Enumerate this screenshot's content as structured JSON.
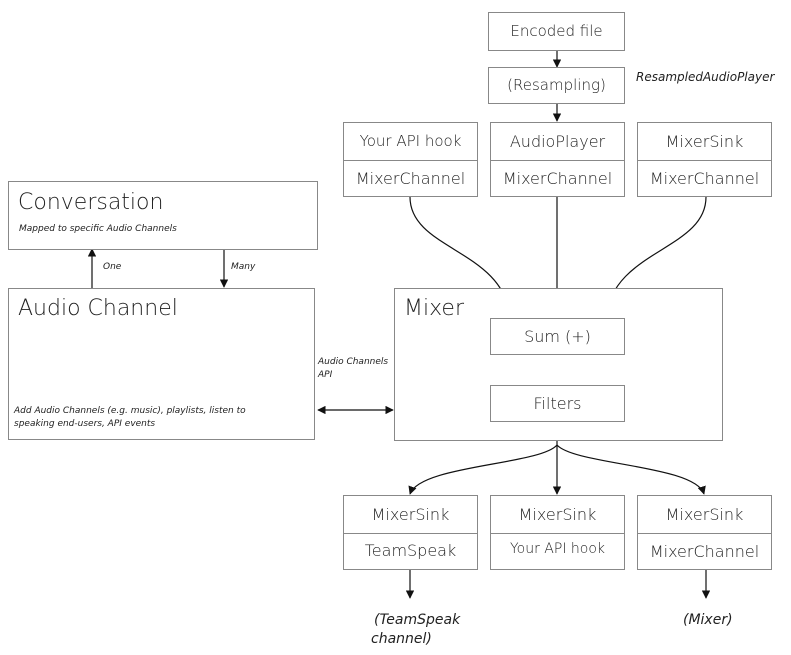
{
  "top": {
    "encoded_file": "Encoded file",
    "resampling": "(Resampling)",
    "resampled_player": "ResampledAudioPlayer"
  },
  "sources": [
    {
      "top": "Your API hook",
      "bottom": "MixerChannel"
    },
    {
      "top": "AudioPlayer",
      "bottom": "MixerChannel"
    },
    {
      "top": "MixerSink",
      "bottom": "MixerChannel"
    }
  ],
  "conversation": {
    "title": "Conversation",
    "subtitle": "Mapped to specific Audio Channels"
  },
  "links": {
    "one": "One",
    "many": "Many"
  },
  "audio_channel": {
    "title": "Audio Channel",
    "desc_line1": "Add Audio Channels (e.g. music), playlists, listen to",
    "desc_line2": "speaking end-users, API events"
  },
  "api": {
    "line1": "Audio Channels",
    "line2": "API"
  },
  "mixer": {
    "title": "Mixer",
    "sum": "Sum (+)",
    "filters": "Filters"
  },
  "sinks": [
    {
      "top": "MixerSink",
      "bottom": "TeamSpeak"
    },
    {
      "top": "MixerSink",
      "bottom": "Your API hook"
    },
    {
      "top": "MixerSink",
      "bottom": "MixerChannel"
    }
  ],
  "outputs": {
    "teamspeak_line1": "(TeamSpeak",
    "teamspeak_line2": "channel)",
    "mixer": "(Mixer)"
  }
}
